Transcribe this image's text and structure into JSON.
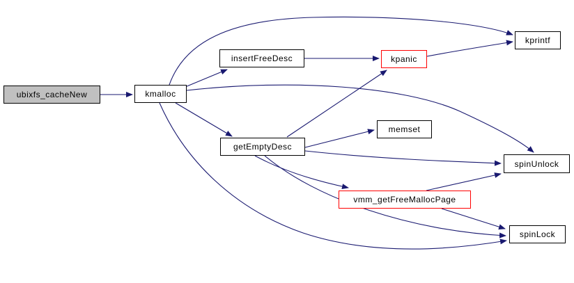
{
  "diagram": {
    "type": "call-graph",
    "colors": {
      "edge": "#191970",
      "node_border": "#000000",
      "highlight_border": "#ff0000",
      "current_node_fill": "#c0c0c0",
      "node_fill": "#ffffff"
    },
    "nodes": {
      "ubixfs_cacheNew": {
        "label": "ubixfs_cacheNew"
      },
      "kmalloc": {
        "label": "kmalloc"
      },
      "insertFreeDesc": {
        "label": "insertFreeDesc"
      },
      "kpanic": {
        "label": "kpanic"
      },
      "kprintf": {
        "label": "kprintf"
      },
      "getEmptyDesc": {
        "label": "getEmptyDesc"
      },
      "memset": {
        "label": "memset"
      },
      "spinUnlock": {
        "label": "spinUnlock"
      },
      "vmm_getFreeMallocPage": {
        "label": "vmm_getFreeMallocPage"
      },
      "spinLock": {
        "label": "spinLock"
      }
    },
    "edges": [
      {
        "from": "ubixfs_cacheNew",
        "to": "kmalloc"
      },
      {
        "from": "kmalloc",
        "to": "kprintf"
      },
      {
        "from": "kmalloc",
        "to": "insertFreeDesc"
      },
      {
        "from": "kmalloc",
        "to": "spinUnlock"
      },
      {
        "from": "kmalloc",
        "to": "getEmptyDesc"
      },
      {
        "from": "kmalloc",
        "to": "spinLock"
      },
      {
        "from": "insertFreeDesc",
        "to": "kpanic"
      },
      {
        "from": "kpanic",
        "to": "kprintf"
      },
      {
        "from": "getEmptyDesc",
        "to": "kpanic"
      },
      {
        "from": "getEmptyDesc",
        "to": "memset"
      },
      {
        "from": "getEmptyDesc",
        "to": "spinUnlock"
      },
      {
        "from": "getEmptyDesc",
        "to": "vmm_getFreeMallocPage"
      },
      {
        "from": "getEmptyDesc",
        "to": "spinLock"
      },
      {
        "from": "vmm_getFreeMallocPage",
        "to": "spinUnlock"
      },
      {
        "from": "vmm_getFreeMallocPage",
        "to": "spinLock"
      }
    ]
  }
}
